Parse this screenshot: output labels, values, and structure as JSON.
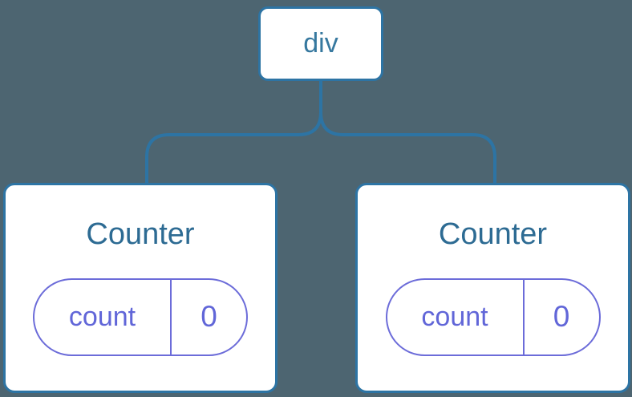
{
  "diagram": {
    "type": "component-tree",
    "colors": {
      "background": "#4D6571",
      "node_border_blue": "#2D74A4",
      "edge_blue": "#2D74A4",
      "root_label_blue": "#36789F",
      "component_title_blue": "#2D6B93",
      "state_purple": "#6166D8",
      "pill_border_purple": "#6C6CD9",
      "node_fill": "#FFFFFF"
    },
    "tree": {
      "root": {
        "label": "div"
      },
      "children": [
        {
          "title": "Counter",
          "state": {
            "key": "count",
            "value": "0"
          }
        },
        {
          "title": "Counter",
          "state": {
            "key": "count",
            "value": "0"
          }
        }
      ]
    }
  }
}
